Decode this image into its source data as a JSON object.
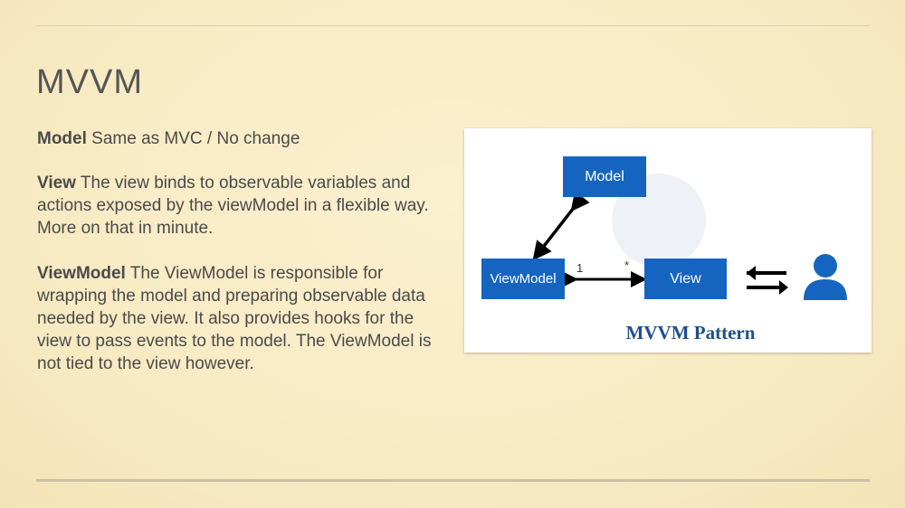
{
  "slide": {
    "title": "MVVM",
    "blocks": [
      {
        "term": "Model",
        "text": " Same as MVC / No change"
      },
      {
        "term": "View",
        "text": " The view binds to observable variables and actions exposed by the viewModel in a flexible way. More on that in minute."
      },
      {
        "term": "ViewModel",
        "text": " The ViewModel is responsible for wrapping the model and preparing observable data needed by the view. It also provides hooks for the view to pass events to the model. The ViewModel is not tied to the view however."
      }
    ]
  },
  "diagram": {
    "nodes": {
      "model": "Model",
      "viewmodel": "ViewModel",
      "view": "View"
    },
    "multiplicity": {
      "left": "1",
      "right": "*"
    },
    "caption": "MVVM Pattern",
    "colors": {
      "box": "#1565c0",
      "caption": "#1d4f8c"
    },
    "icons": [
      "double-arrow-icon",
      "user-icon"
    ]
  }
}
